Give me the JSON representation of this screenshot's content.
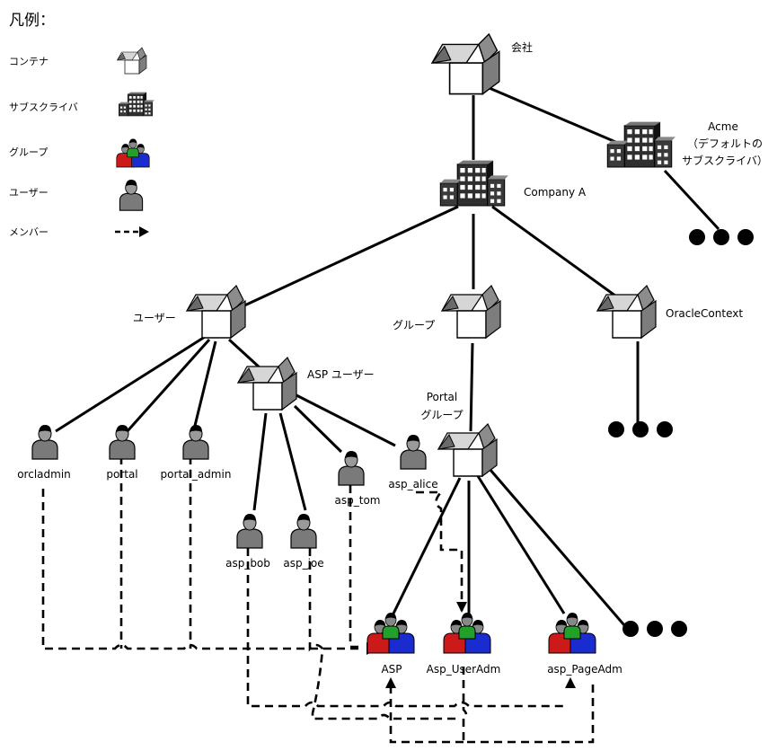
{
  "legend": {
    "title": "凡例：",
    "items": [
      {
        "label": "コンテナ",
        "icon": "container-icon"
      },
      {
        "label": "サブスクライバ",
        "icon": "subscriber-icon"
      },
      {
        "label": "グループ",
        "icon": "group-icon"
      },
      {
        "label": "ユーザー",
        "icon": "user-icon"
      },
      {
        "label": "メンバー",
        "icon": "member-arrow-icon"
      }
    ]
  },
  "nodes": {
    "company": {
      "label": "会社"
    },
    "acme": {
      "label": [
        "Acme",
        "（デフォルトの",
        "サブスクライバ）"
      ]
    },
    "company_a": {
      "label": "Company A"
    },
    "users": {
      "label": "ユーザー"
    },
    "groups": {
      "label": "グループ"
    },
    "oracle_context": {
      "label": "OracleContext"
    },
    "asp_users": {
      "label": "ASP ユーザー"
    },
    "portal_groups": {
      "label": [
        "Portal",
        "グループ"
      ]
    },
    "orcladmin": {
      "label": "orcladmin"
    },
    "portal": {
      "label": "portal"
    },
    "portal_admin": {
      "label": "portal_admin"
    },
    "asp_tom": {
      "label": "asp_tom"
    },
    "asp_alice": {
      "label": "asp_alice"
    },
    "asp_bob": {
      "label": "asp_bob"
    },
    "asp_joe": {
      "label": "asp_joe"
    },
    "asp": {
      "label": "ASP"
    },
    "asp_useradm": {
      "label": "Asp_UserAdm"
    },
    "asp_pageadm": {
      "label": "asp_PageAdm"
    }
  },
  "colors": {
    "group_red": "#cc1a1a",
    "group_blue": "#1a2bd0",
    "group_green": "#22a02a",
    "user_gray": "#7a7a7a"
  }
}
